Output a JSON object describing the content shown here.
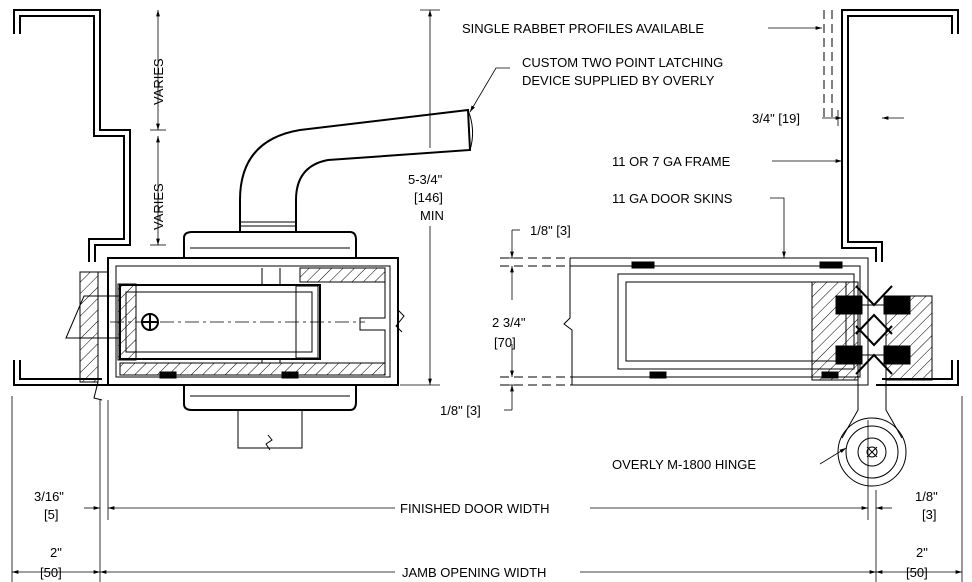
{
  "labels": {
    "single_rabbet": "SINGLE RABBET PROFILES AVAILABLE",
    "latch_line1": "CUSTOM TWO POINT LATCHING",
    "latch_line2": "DEVICE SUPPLIED BY OVERLY",
    "frame": "11 OR 7 GA FRAME",
    "door_skins": "11 GA DOOR SKINS",
    "hinge": "OVERLY M-1800 HINGE",
    "varies_top": "VARIES",
    "varies_mid": "VARIES",
    "finished_width": "FINISHED DOOR WIDTH",
    "jamb_width": "JAMB OPENING WIDTH"
  },
  "dimensions": {
    "rabbet_in": "3/4\" [19]",
    "height_in": "5-3/4\"",
    "height_mm": "[146]",
    "height_note": "MIN",
    "skin_top": "1/8\" [3]",
    "skin_bottom": "1/8\" [3]",
    "thickness_in": "2 3/4\"",
    "thickness_mm": "[70]",
    "left_clear_in": "3/16\"",
    "left_clear_mm": "[5]",
    "right_clear_in": "1/8\"",
    "right_clear_mm": "[3]",
    "left_jamb_in": "2\"",
    "left_jamb_mm": "[50]",
    "right_jamb_in": "2\"",
    "right_jamb_mm": "[50]"
  }
}
